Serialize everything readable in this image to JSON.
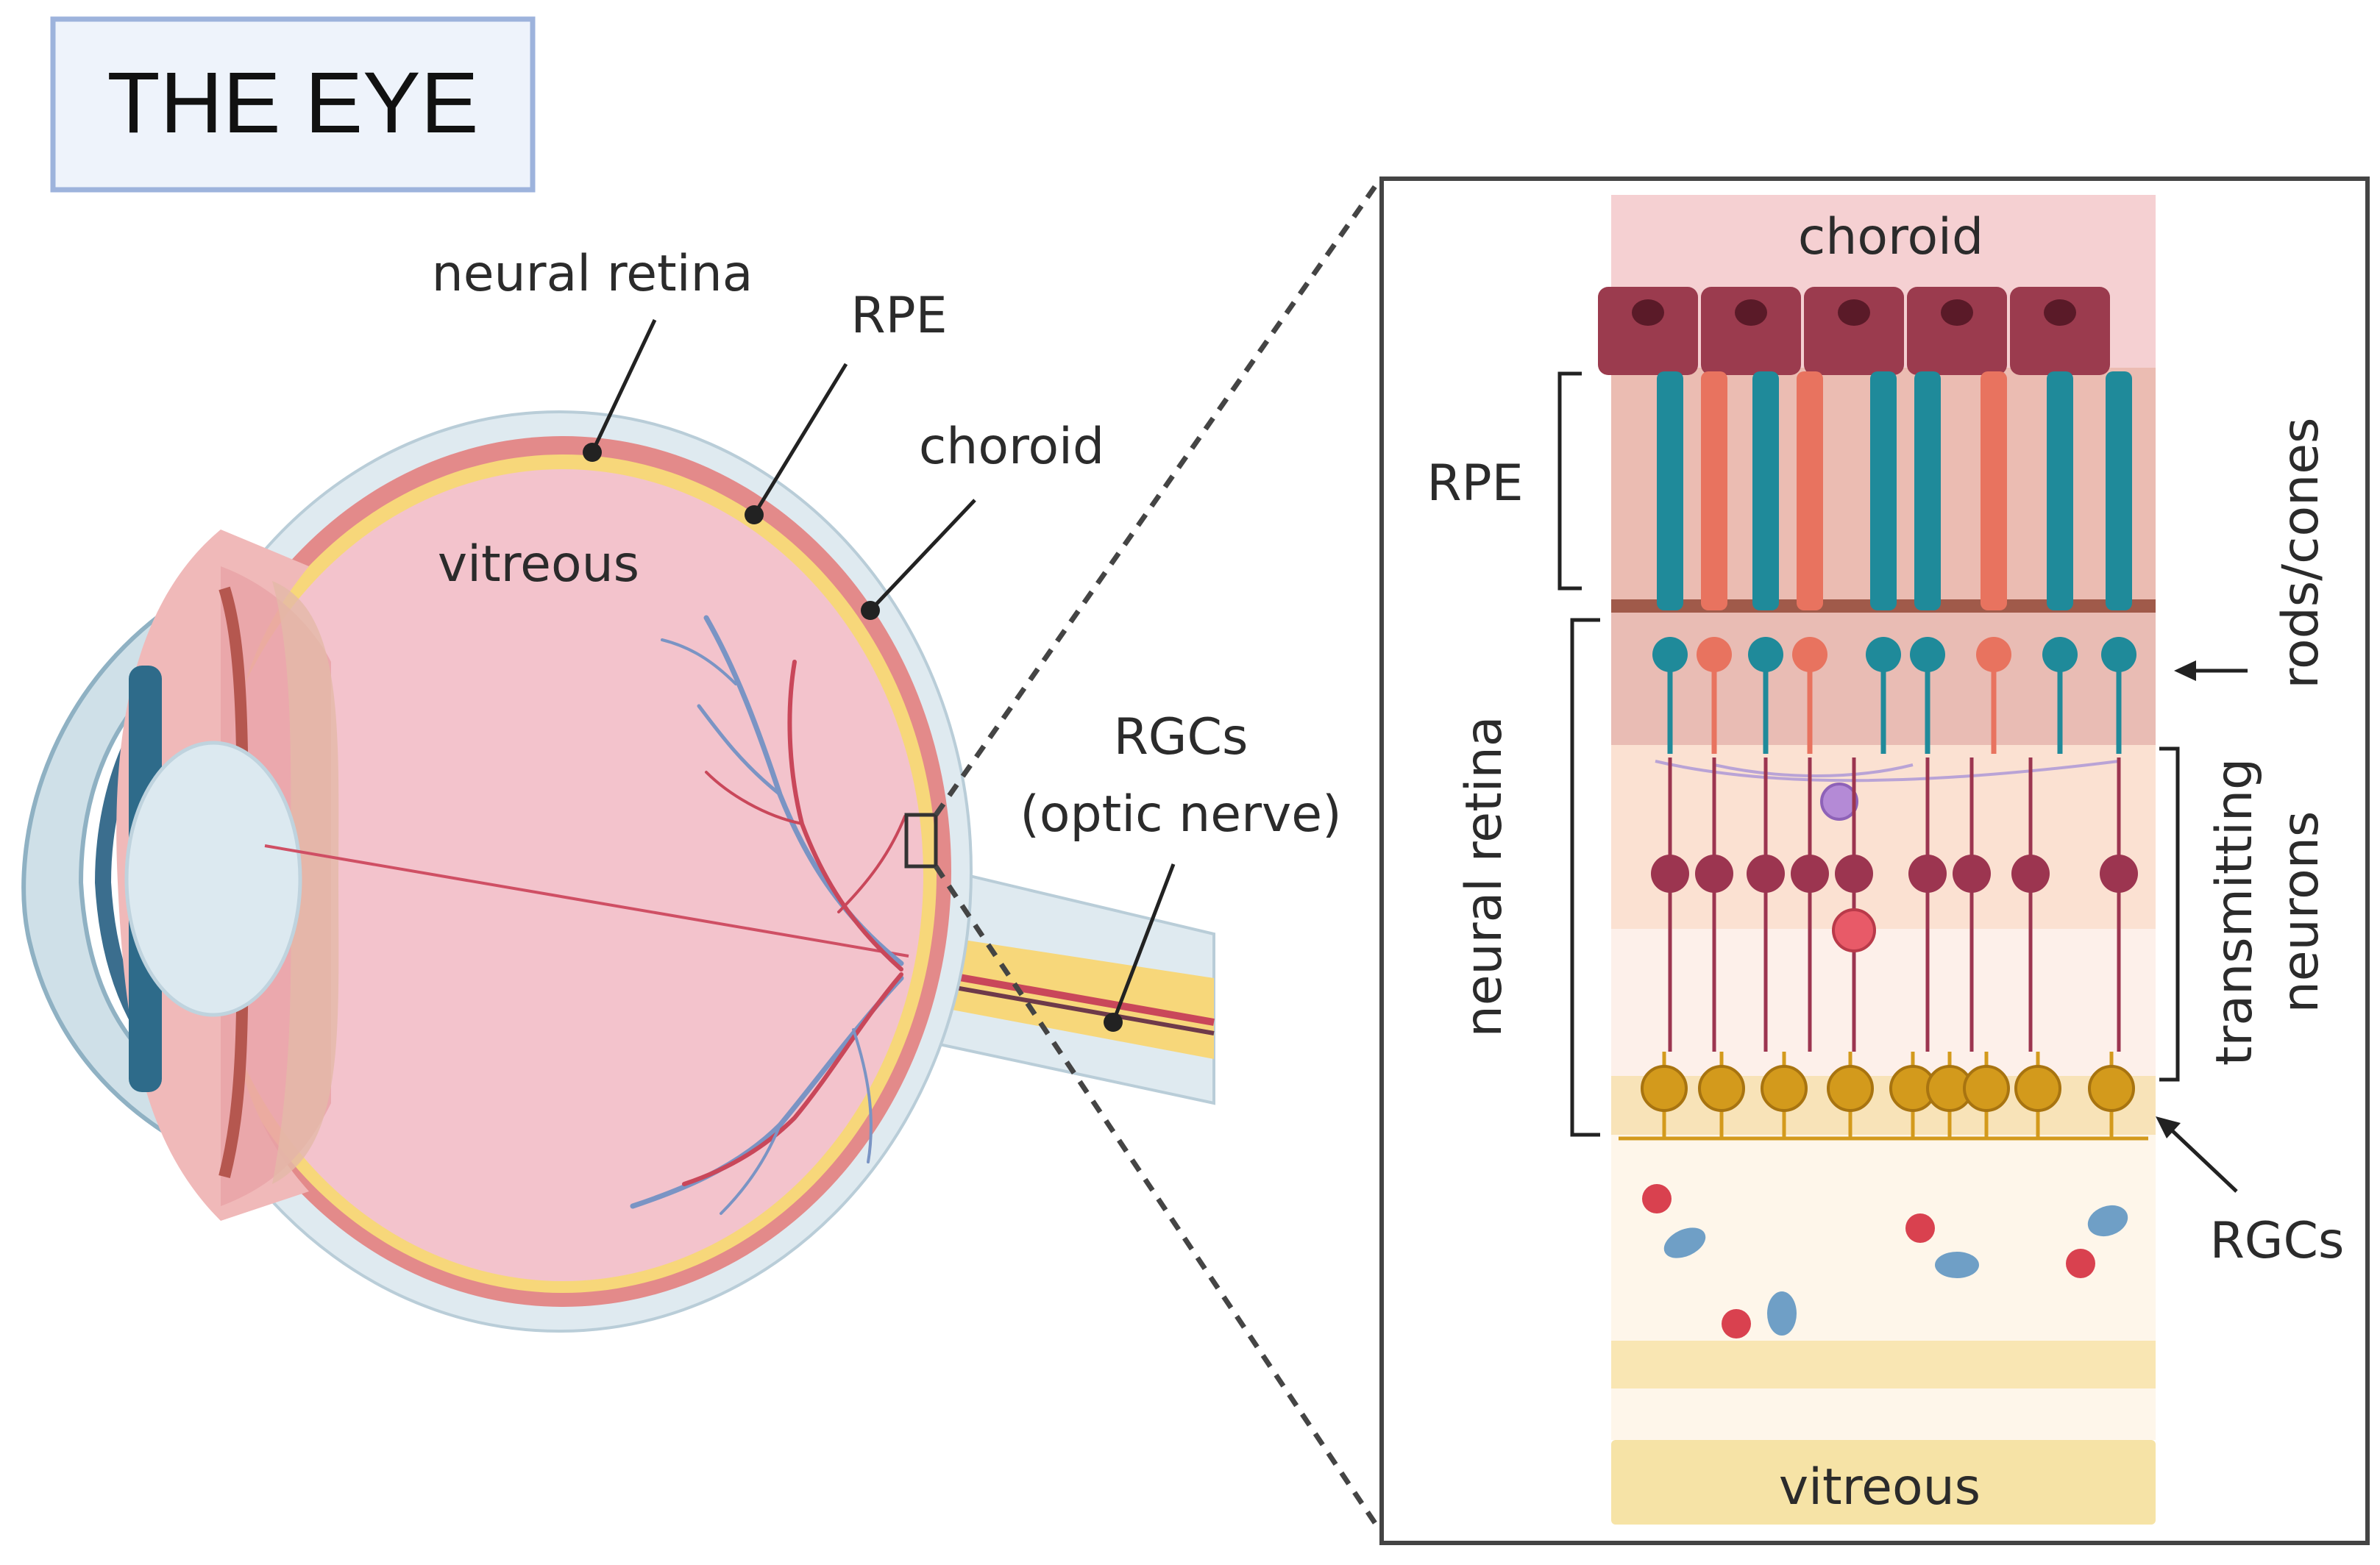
{
  "title": "THE EYE",
  "eye_labels": {
    "neural_retina": "neural retina",
    "rpe": "RPE",
    "choroid": "choroid",
    "vitreous": "vitreous",
    "rgcs_line1": "RGCs",
    "rgcs_line2": "(optic nerve)"
  },
  "inset_labels": {
    "choroid": "choroid",
    "rpe": "RPE",
    "neural_retina": "neural retina",
    "rods_cones": "rods/cones",
    "transmitting_line1": "transmitting",
    "transmitting_line2": "neurons",
    "rgcs": "RGCs",
    "vitreous": "vitreous"
  },
  "colors": {
    "title_box_border": "#9db3dc",
    "title_box_fill": "#eef3fb",
    "sclera": "#dfeaf0",
    "choroid_layer": "#e38a8a",
    "retina_layer": "#f7d77a",
    "vitreous_fill": "#f3c3cc",
    "vessel_blue": "#7a94c4",
    "vessel_red": "#c9475a",
    "rpe_cell": "#9b3b4e",
    "rod": "#1f8a9a",
    "cone": "#e8735f",
    "transmitting_neuron": "#9c3550",
    "rgc_cell": "#d39a1c",
    "inset_choroid_band": "#f5d0d2",
    "inset_vitreous_band": "#f6e3a6"
  }
}
